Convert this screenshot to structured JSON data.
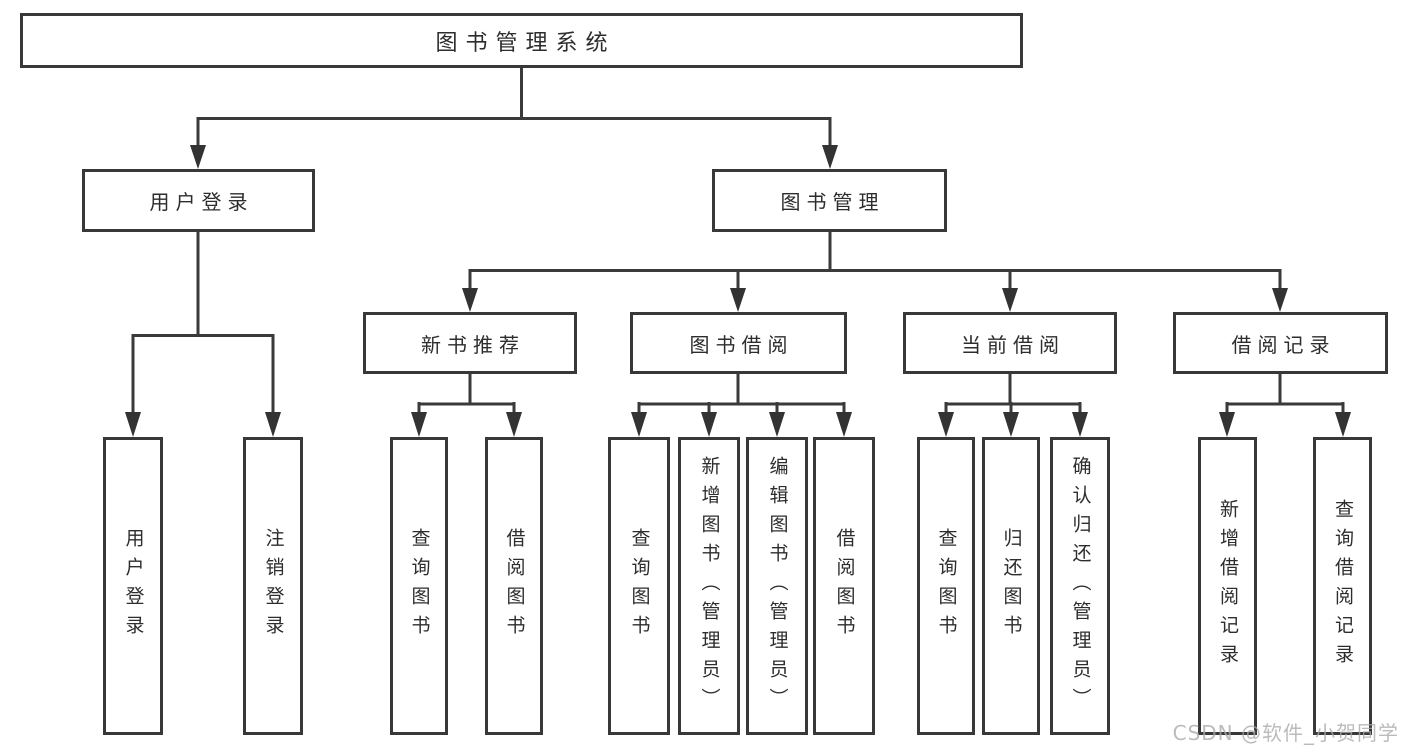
{
  "diagram": {
    "root": "图书管理系统",
    "branches": {
      "user_login": "用户登录",
      "book_mgmt": "图书管理"
    },
    "modules": {
      "new_books": "新书推荐",
      "book_borrow": "图书借阅",
      "current_borrow": "当前借阅",
      "borrow_records": "借阅记录"
    },
    "leaves": {
      "user_login": [
        "用户登录",
        "注销登录"
      ],
      "new_books": [
        "查询图书",
        "借阅图书"
      ],
      "book_borrow": [
        "查询图书",
        "新增图书（管理员）",
        "编辑图书（管理员）",
        "借阅图书"
      ],
      "current_borrow": [
        "查询图书",
        "归还图书",
        "确认归还（管理员）"
      ],
      "borrow_records": [
        "新增借阅记录",
        "查询借阅记录"
      ]
    }
  },
  "watermark": "CSDN @软件_小贺同学",
  "colors": {
    "line": "#3a3a3a",
    "border": "#383838",
    "text": "#2d2d2d",
    "watermark": "#aaaaaa",
    "background": "#ffffff"
  }
}
